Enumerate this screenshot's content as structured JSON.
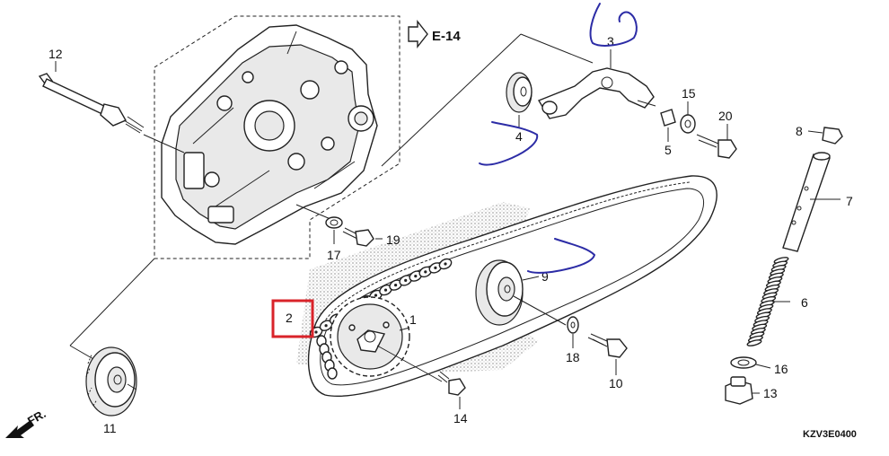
{
  "diagram": {
    "reference_code": "KZV3E0400",
    "section_ref": "E-14",
    "direction_label": "FR.",
    "highlight_color": "#d9232a",
    "annotation_color": "#2c2ca6",
    "highlighted_callout": "2",
    "callouts": {
      "c1": "1",
      "c2": "2",
      "c3": "3",
      "c4": "4",
      "c5": "5",
      "c6": "6",
      "c7": "7",
      "c8": "8",
      "c9": "9",
      "c10": "10",
      "c11": "11",
      "c12": "12",
      "c13": "13",
      "c14": "14",
      "c15": "15",
      "c16": "16",
      "c17": "17",
      "c18": "18",
      "c19": "19",
      "c20": "20"
    }
  }
}
